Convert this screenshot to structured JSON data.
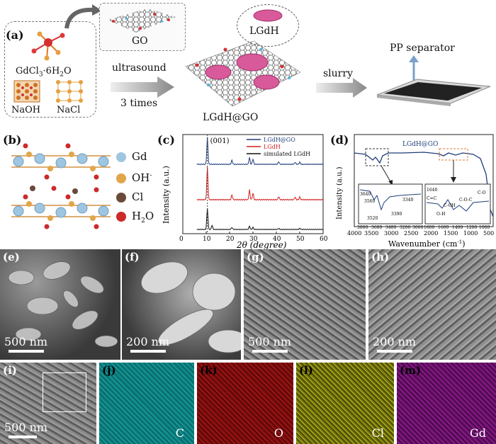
{
  "panels": {
    "a": {
      "label": "(a)",
      "precursor": "GdCl",
      "precursor_sub": "3",
      "precursor_tail": "·6H",
      "precursor_sub2": "2",
      "precursor_end": "O",
      "naoh": "NaOH",
      "nacl": "NaCl",
      "go": "GO",
      "ultrasound": "ultrasound",
      "times": "3 times",
      "lgdh_bubble": "LGdH",
      "composite": "LGdH@GO",
      "slurry": "slurry",
      "separator": "PP separator"
    },
    "b": {
      "label": "(b)",
      "legend": [
        {
          "text": "Gd",
          "sup": "",
          "color": "#9fc6e0"
        },
        {
          "text": "OH",
          "sup": "-",
          "color": "#e0a64a"
        },
        {
          "text": "Cl",
          "sup": "",
          "color": "#6b4a3a"
        },
        {
          "text": "H",
          "sub": "2",
          "tail": "O",
          "color": "#cc2a2a"
        }
      ]
    },
    "c": {
      "label": "(c)"
    },
    "d": {
      "label": "(d)",
      "series_label": "LGdH@GO",
      "xlabel": "Wavenumber (cm",
      "xlabel_sup": "-1",
      "xlabel_end": ")",
      "ylabel": "Intensity (a.u.)",
      "xticks": [
        "4000",
        "3500",
        "3000",
        "2500",
        "2000",
        "1500",
        "1000",
        "500"
      ],
      "inset1": {
        "peaks": [
          "3640",
          "3560",
          "3520",
          "3390",
          "3340"
        ],
        "ticks": [
          "3800",
          "3600",
          "3400",
          "3200",
          "3000"
        ]
      },
      "inset2": {
        "peaks": [
          "1640",
          "C=C",
          "C-OH",
          "C-O-C",
          "C-O",
          "O-H"
        ],
        "ticks": [
          "1800",
          "1600",
          "1400",
          "1200",
          "1000"
        ]
      }
    },
    "sem": [
      {
        "label": "(e)",
        "scale": "500 nm"
      },
      {
        "label": "(f)",
        "scale": "200 nm"
      },
      {
        "label": "(g)",
        "scale": "500 nm"
      },
      {
        "label": "(h)",
        "scale": "200 nm"
      }
    ],
    "maps": [
      {
        "label": "(i)",
        "scale": "500 nm",
        "element": ""
      },
      {
        "label": "(j)",
        "element": "C",
        "color": "#1aa7a7"
      },
      {
        "label": "(k)",
        "element": "O",
        "color": "#b01818"
      },
      {
        "label": "(l)",
        "element": "Cl",
        "color": "#b8b81a"
      },
      {
        "label": "(m)",
        "element": "Gd",
        "color": "#9a1f9a"
      }
    ]
  },
  "chart_data": [
    {
      "type": "line",
      "panel": "c",
      "xlabel": "2θ (degree)",
      "ylabel": "Intensity (a.u.)",
      "xlim": [
        0,
        60
      ],
      "xticks": [
        0,
        10,
        20,
        30,
        40,
        50,
        60
      ],
      "annotation": "(001)",
      "series": [
        {
          "name": "LGdH@GO",
          "color": "#1f3d7a",
          "peaks": [
            [
              10.5,
              1.0
            ],
            [
              21,
              0.15
            ],
            [
              28.5,
              0.25
            ],
            [
              30,
              0.2
            ],
            [
              41,
              0.1
            ],
            [
              48,
              0.08
            ],
            [
              50,
              0.08
            ]
          ]
        },
        {
          "name": "LGdH",
          "color": "#d42020",
          "peaks": [
            [
              10.5,
              1.0
            ],
            [
              21,
              0.15
            ],
            [
              28.5,
              0.3
            ],
            [
              30,
              0.2
            ],
            [
              41,
              0.1
            ],
            [
              48,
              0.08
            ],
            [
              50,
              0.08
            ]
          ]
        },
        {
          "name": "simulated LGdH",
          "color": "#111111",
          "peaks": [
            [
              10.5,
              1.0
            ],
            [
              12.5,
              0.2
            ],
            [
              21,
              0.1
            ],
            [
              28.5,
              0.15
            ],
            [
              30,
              0.1
            ],
            [
              41,
              0.05
            ],
            [
              50,
              0.05
            ]
          ]
        }
      ]
    }
  ]
}
